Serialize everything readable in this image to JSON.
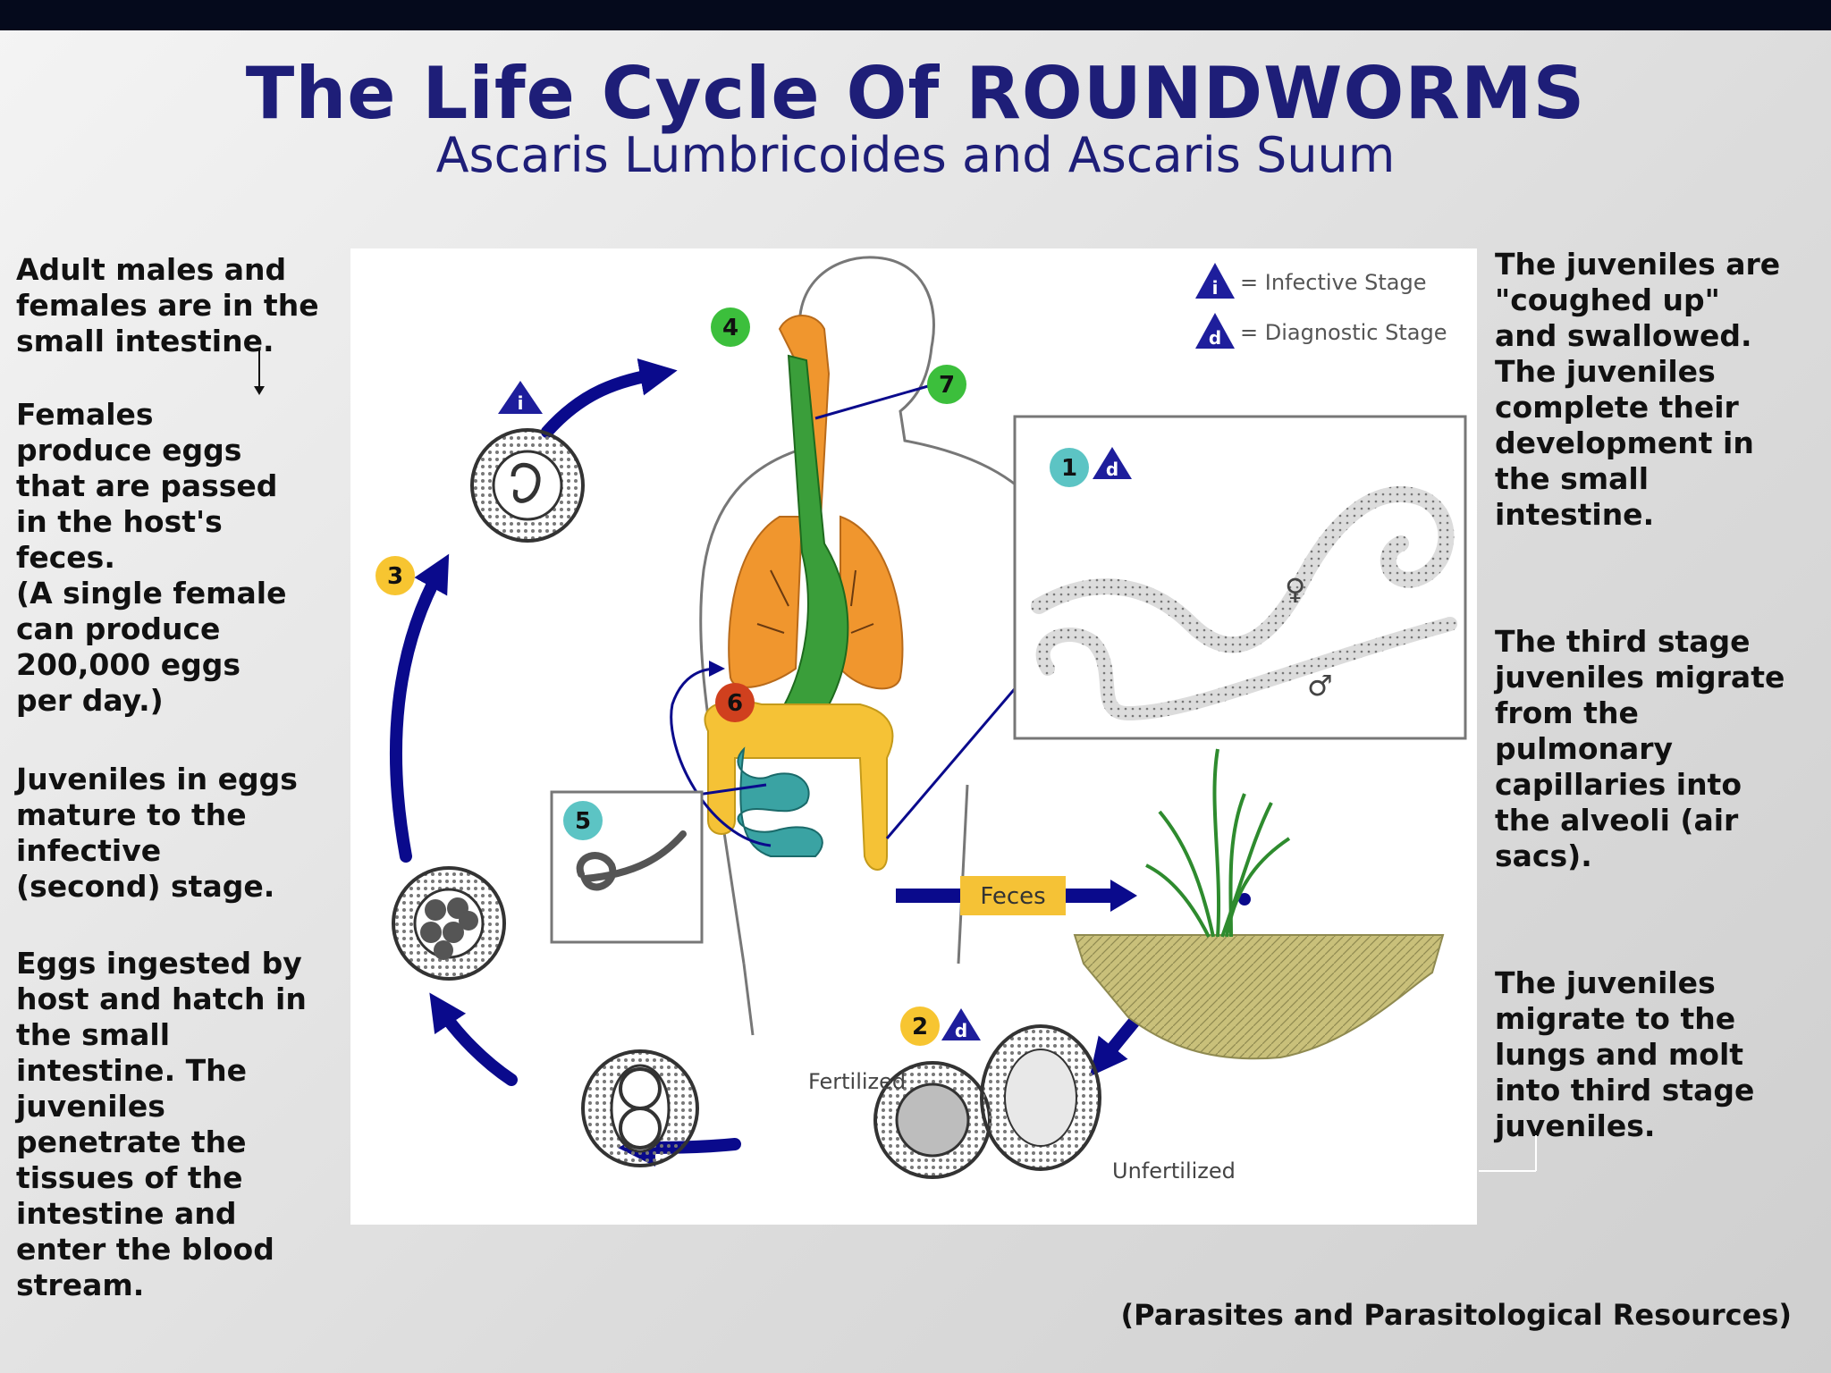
{
  "header": {
    "title": "The Life Cycle Of ROUNDWORMS",
    "subtitle": "Ascaris Lumbricoides and Ascaris Suum"
  },
  "left_notes": [
    "Adult males and\nfemales are in the\nsmall intestine.",
    "Females\nproduce eggs\nthat are passed\nin the host's\nfeces.\n(A single female\ncan produce\n200,000 eggs\nper day.)",
    "Juveniles in eggs\nmature to the\ninfective\n(second) stage.",
    "Eggs ingested by\nhost and hatch in\nthe small\nintestine.  The\njuveniles\npenetrate the\ntissues of the\nintestine and\nenter the blood\nstream."
  ],
  "right_notes": [
    "The juveniles are\n\"coughed up\"\nand swallowed.\nThe juveniles\ncomplete their\ndevelopment in\nthe small\nintestine.",
    "The third stage\njuveniles migrate\nfrom the\npulmonary\ncapillaries into\nthe alveoli (air\nsacs).",
    "The juveniles\nmigrate to the\nlungs and molt\ninto third stage\njuveniles."
  ],
  "citation": "(Parasites and Parasitological Resources)",
  "diagram": {
    "legend": {
      "infective_symbol": "i",
      "infective_label": "= Infective Stage",
      "diagnostic_symbol": "d",
      "diagnostic_label": "= Diagnostic Stage"
    },
    "steps": {
      "s1": "1",
      "s2": "2",
      "s3": "3",
      "s4": "4",
      "s5": "5",
      "s6": "6",
      "s7": "7"
    },
    "labels": {
      "feces": "Feces",
      "fertilized": "Fertilized",
      "unfertilized": "Unfertilized",
      "female_symbol": "♀",
      "male_symbol": "♂"
    },
    "colors": {
      "arrow": "#0a0a8c",
      "lungs": "#f0962e",
      "gut_green": "#3a9e3a",
      "intestine_yellow": "#f5c236",
      "intestine_teal": "#3aa3a3",
      "step_green": "#3cbf3c",
      "step_yellow": "#f7c531",
      "step_teal": "#5cc4c4",
      "step_red": "#d0401e",
      "title": "#1e1e78"
    }
  }
}
